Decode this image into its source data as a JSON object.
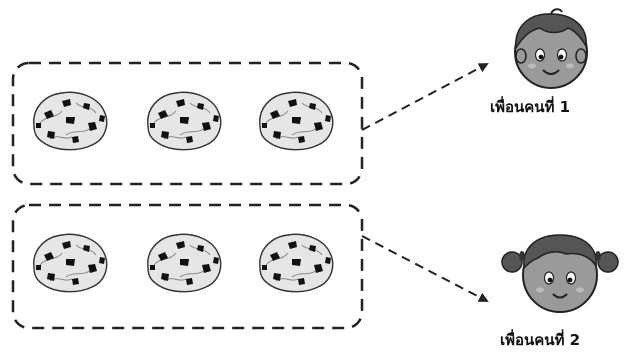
{
  "groups": [
    {
      "cookie_count": 3
    },
    {
      "cookie_count": 3
    }
  ],
  "friends": [
    {
      "label": "เพื่อนคนที่ 1",
      "icon": "boy-face-icon"
    },
    {
      "label": "เพื่อนคนที่ 2",
      "icon": "girl-face-icon"
    }
  ],
  "colors": {
    "line": "#222222",
    "cookie_fill": "#e6e6e6",
    "cookie_chip": "#111111",
    "face_fill": "#9a9a9a",
    "hair_fill": "#555555"
  }
}
